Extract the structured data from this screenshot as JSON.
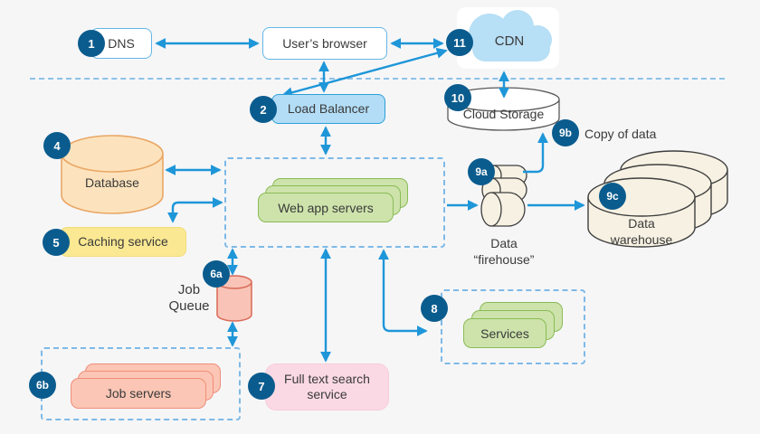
{
  "diagram": {
    "title": "Web application architecture diagram",
    "colors": {
      "background": "#f6f6f7",
      "badge_blue": "#0b5c8e",
      "arrow_blue": "#1e96d8",
      "dashed_blue": "#7eb9e6",
      "load_balancer_fill": "#b3ddf6",
      "cdn_cloud_fill": "#b7dff6",
      "green_fill": "#cde3ab",
      "database_fill": "#fce3bd",
      "caching_fill": "#fae892",
      "salmon_fill": "#fbc6b5",
      "job_queue_fill": "#f9c3b7",
      "search_fill": "#fbd9e4",
      "warehouse_fill": "#f6f1e2"
    },
    "nodes": {
      "dns": {
        "badge": "1",
        "label": "DNS"
      },
      "browser": {
        "label": "User’s browser"
      },
      "cdn": {
        "badge": "11",
        "label": "CDN"
      },
      "load_balancer": {
        "badge": "2",
        "label": "Load Balancer"
      },
      "cloud_storage": {
        "badge": "10",
        "label": "Cloud Storage"
      },
      "copy_of_data": {
        "badge": "9b",
        "label": "Copy of data"
      },
      "database": {
        "badge": "4",
        "label": "Database"
      },
      "web_app_servers": {
        "label": "Web app servers"
      },
      "caching_service": {
        "badge": "5",
        "label": "Caching service"
      },
      "job_queue": {
        "badge": "6a",
        "line1": "Job",
        "line2": "Queue"
      },
      "job_servers": {
        "badge": "6b",
        "label": "Job servers"
      },
      "full_text_search": {
        "badge": "7",
        "line1": "Full text search",
        "line2": "service"
      },
      "services": {
        "badge": "8",
        "label": "Services"
      },
      "data_firehouse": {
        "badge": "9a",
        "line1": "Data",
        "line2": "“firehouse”"
      },
      "data_warehouse": {
        "badge": "9c",
        "line1": "Data",
        "line2": "warehouse"
      }
    }
  }
}
